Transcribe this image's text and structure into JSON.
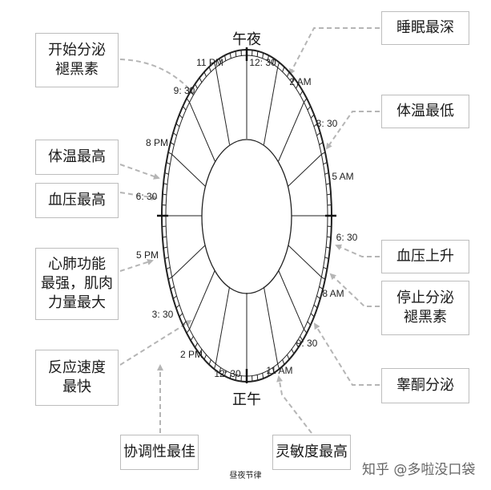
{
  "clock": {
    "top_label": "午夜",
    "bottom_label": "正午",
    "time_labels": [
      "12: 30",
      "2 AM",
      "3: 30",
      "5 AM",
      "6: 30",
      "8 AM",
      "9: 30",
      "11 AM",
      "12: 30",
      "2 PM",
      "3: 30",
      "5 PM",
      "6: 30",
      "8 PM",
      "9: 30",
      "11 PM"
    ]
  },
  "events": {
    "melatonin_start": "开始分泌\n褪黑素",
    "deepest_sleep": "睡眠最深",
    "lowest_temp": "体温最低",
    "highest_temp": "体温最高",
    "highest_bp": "血压最高",
    "bp_rise": "血压上升",
    "cardio_peak": "心肺功能\n最强，肌肉\n力量最大",
    "melatonin_stop": "停止分泌\n褪黑素",
    "fastest_reaction": "反应速度\n最快",
    "testosterone": "睾酮分泌",
    "best_coordination": "协调性最佳",
    "most_alert": "灵敏度最高"
  },
  "caption": "昼夜节律",
  "watermark": "知乎 @多啦没口袋",
  "colors": {
    "line": "#222222",
    "box_border": "#bdbdbd",
    "arrow": "#b5b5b5"
  }
}
